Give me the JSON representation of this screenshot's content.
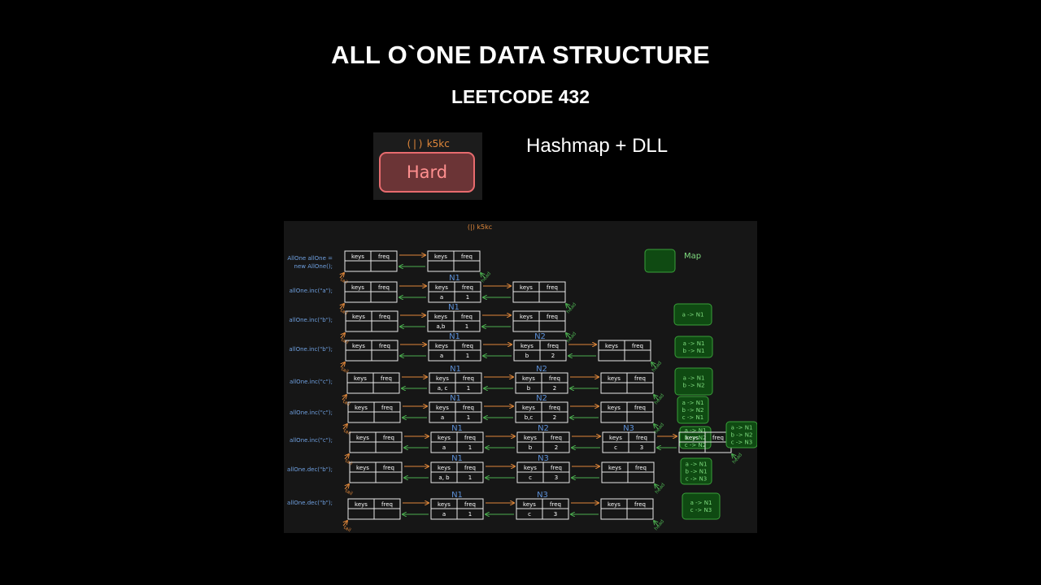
{
  "header": {
    "title": "ALL O`ONE DATA STRUCTURE",
    "subtitle": "LEETCODE 432",
    "approach": "Hashmap + DLL"
  },
  "badge": {
    "brand": "k5kc",
    "difficulty": "Hard",
    "colors": {
      "brand": "#e0873a",
      "fill": "#6b3436",
      "border": "#e86b6e",
      "text": "#ff8f8f"
    }
  },
  "diagram": {
    "brand": "k5kc",
    "legend_label": "Map",
    "node_headers": {
      "keys": "keys",
      "freq": "freq"
    },
    "pointer_labels": {
      "head": "head",
      "tail": "tail"
    },
    "colors": {
      "forward_arrow": "#e0873a",
      "back_arrow": "#4caf50",
      "node_label": "#5b8fd6",
      "code": "#6fa0e0",
      "map_fill": "#0f4a12",
      "map_text": "#7fdc7f"
    },
    "rows": [
      {
        "code": "AllOne allOne = new AllOne();",
        "nodes": [
          {
            "label": "",
            "keys": "",
            "freq": ""
          },
          {
            "label": "",
            "keys": "",
            "freq": ""
          }
        ],
        "map": []
      },
      {
        "code": "allOne.inc(\"a\");",
        "nodes": [
          {
            "label": "",
            "keys": "",
            "freq": ""
          },
          {
            "label": "N1",
            "keys": "a",
            "freq": "1"
          },
          {
            "label": "",
            "keys": "",
            "freq": ""
          }
        ],
        "map": [
          "a -> N1"
        ]
      },
      {
        "code": "allOne.inc(\"b\");",
        "nodes": [
          {
            "label": "",
            "keys": "",
            "freq": ""
          },
          {
            "label": "N1",
            "keys": "a,b",
            "freq": "1"
          },
          {
            "label": "",
            "keys": "",
            "freq": ""
          }
        ],
        "map": [
          "a -> N1",
          "b -> N1"
        ]
      },
      {
        "code": "allOne.inc(\"b\");",
        "nodes": [
          {
            "label": "",
            "keys": "",
            "freq": ""
          },
          {
            "label": "N1",
            "keys": "a",
            "freq": "1"
          },
          {
            "label": "N2",
            "keys": "b",
            "freq": "2"
          },
          {
            "label": "",
            "keys": "",
            "freq": ""
          }
        ],
        "map": [
          "a -> N1",
          "b -> N2"
        ]
      },
      {
        "code": "allOne.inc(\"c\");",
        "nodes": [
          {
            "label": "",
            "keys": "",
            "freq": ""
          },
          {
            "label": "N1",
            "keys": "a, c",
            "freq": "1"
          },
          {
            "label": "N2",
            "keys": "b",
            "freq": "2"
          },
          {
            "label": "",
            "keys": "",
            "freq": ""
          }
        ],
        "map": [
          "a -> N1",
          "b -> N2",
          "c -> N1"
        ]
      },
      {
        "code": "allOne.inc(\"c\");",
        "nodes": [
          {
            "label": "",
            "keys": "",
            "freq": ""
          },
          {
            "label": "N1",
            "keys": "a",
            "freq": "1"
          },
          {
            "label": "N2",
            "keys": "b,c",
            "freq": "2"
          },
          {
            "label": "",
            "keys": "",
            "freq": ""
          }
        ],
        "map": [
          "a -> N1",
          "b -> N2",
          "c -> N2"
        ]
      },
      {
        "code": "allOne.inc(\"c\");",
        "nodes": [
          {
            "label": "",
            "keys": "",
            "freq": ""
          },
          {
            "label": "N1",
            "keys": "a",
            "freq": "1"
          },
          {
            "label": "N2",
            "keys": "b",
            "freq": "2"
          },
          {
            "label": "N3",
            "keys": "c",
            "freq": "3"
          },
          {
            "label": "",
            "keys": "",
            "freq": ""
          }
        ],
        "map": [
          "a -> N1",
          "b -> N2",
          "c -> N3"
        ]
      },
      {
        "code": "allOne.dec(\"b\");",
        "nodes": [
          {
            "label": "",
            "keys": "",
            "freq": ""
          },
          {
            "label": "N1",
            "keys": "a, b",
            "freq": "1"
          },
          {
            "label": "N3",
            "keys": "c",
            "freq": "3"
          },
          {
            "label": "",
            "keys": "",
            "freq": ""
          }
        ],
        "map": [
          "a -> N1",
          "b -> N1",
          "c -> N3"
        ]
      },
      {
        "code": "allOne.dec(\"b\");",
        "nodes": [
          {
            "label": "",
            "keys": "",
            "freq": ""
          },
          {
            "label": "N1",
            "keys": "a",
            "freq": "1"
          },
          {
            "label": "N3",
            "keys": "c",
            "freq": "3"
          },
          {
            "label": "",
            "keys": "",
            "freq": ""
          }
        ],
        "map": [
          "a -> N1",
          "c -> N3"
        ]
      }
    ]
  }
}
